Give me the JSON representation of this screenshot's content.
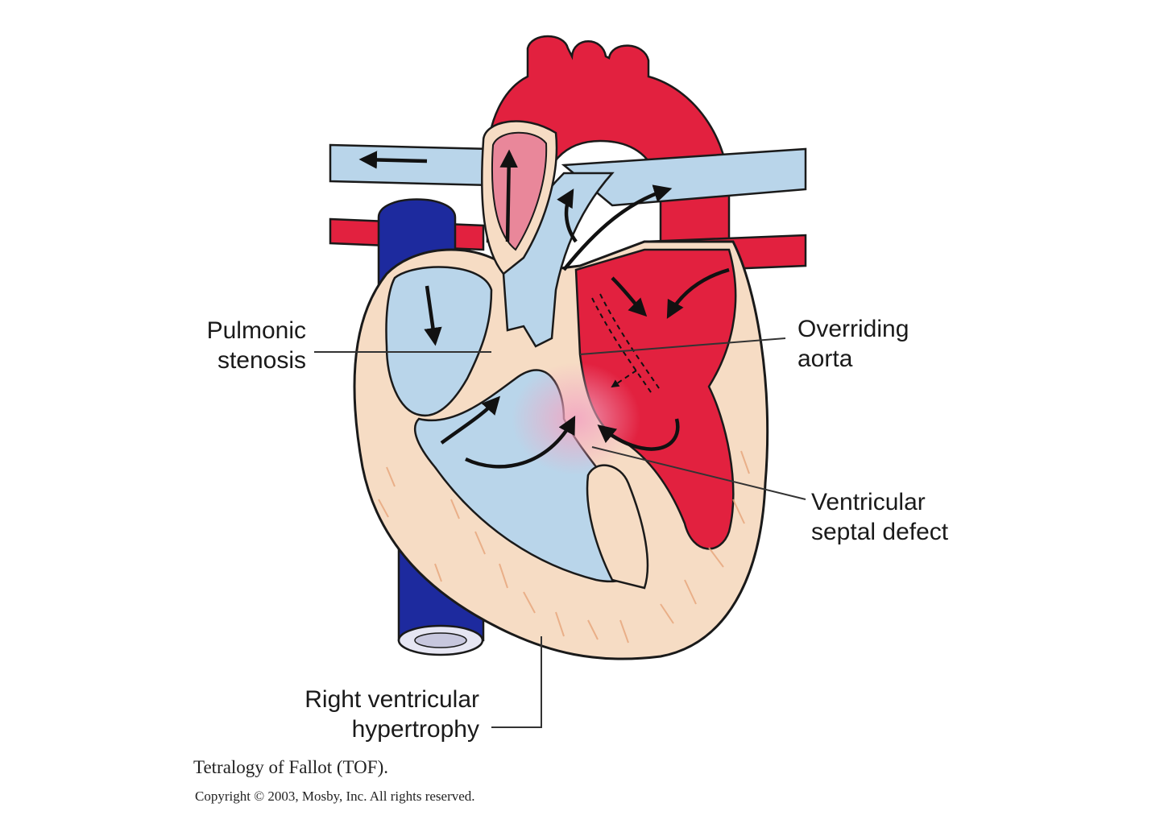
{
  "labels": {
    "pulmonic_stenosis": [
      "Pulmonic",
      "stenosis"
    ],
    "overriding_aorta": [
      "Overriding",
      "aorta"
    ],
    "vsd": [
      "Ventricular",
      "septal defect"
    ],
    "rvh": [
      "Right ventricular",
      "hypertrophy"
    ]
  },
  "caption": {
    "title": "Tetralogy of Fallot (TOF).",
    "copyright": "Copyright © 2003, Mosby, Inc. All rights reserved."
  },
  "colors": {
    "oxygenated": "#e2213f",
    "deoxygenated": "#b9d5ea",
    "myocardium": "#f6dcc4",
    "vena_cava": "#1d2a9e",
    "outline": "#1a1a1a"
  }
}
